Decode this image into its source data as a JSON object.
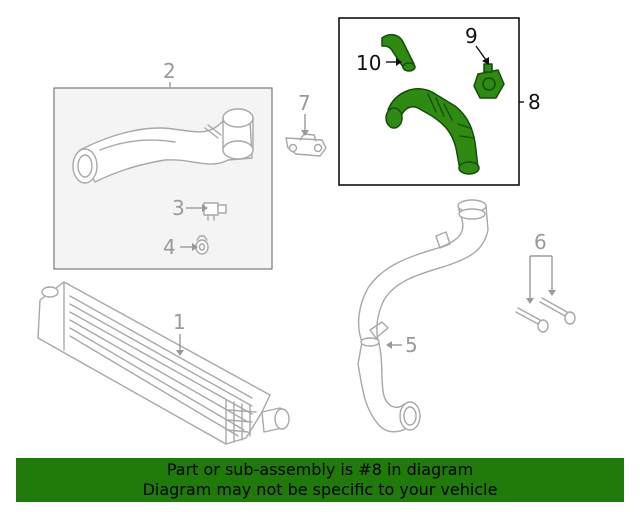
{
  "callouts": {
    "c1": "1",
    "c2": "2",
    "c3": "3",
    "c4": "4",
    "c5": "5",
    "c6": "6",
    "c7": "7",
    "c8": "8",
    "c9": "9",
    "c10": "10"
  },
  "banner": {
    "line1": "Part or sub-assembly is #8 in diagram",
    "line2": "Diagram may not be specific to your vehicle"
  },
  "colors": {
    "highlight": "#2f8a12",
    "banner": "#1f7a0a",
    "linework": "#a8a8a8"
  }
}
